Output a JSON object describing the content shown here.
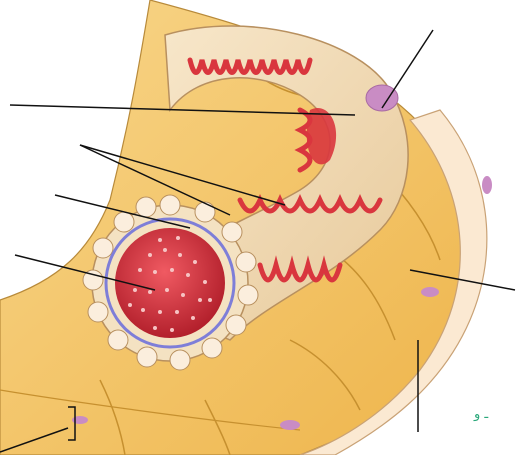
{
  "figure": {
    "stray_text": "ـ و",
    "colors": {
      "background": "#ffffff",
      "tubule_wall": "#f1d9b4",
      "brush_border": "#d9363e",
      "lumen": "#c8303a",
      "basement_membrane": "#7e7ed8",
      "tissue_cell": "#f3bf57",
      "nucleus": "#c98cc4",
      "stray_text": "#2aa87a"
    },
    "pointer_lines": [
      {
        "name": "leader-line-nucleus"
      },
      {
        "name": "leader-line-apical-region"
      },
      {
        "name": "leader-line-microvilli-a"
      },
      {
        "name": "leader-line-microvilli-b"
      },
      {
        "name": "leader-line-brush-border"
      },
      {
        "name": "leader-line-lumen"
      },
      {
        "name": "leader-line-surrounding-cell"
      },
      {
        "name": "leader-line-capillary-wall"
      },
      {
        "name": "leader-line-basement-membrane"
      }
    ]
  }
}
